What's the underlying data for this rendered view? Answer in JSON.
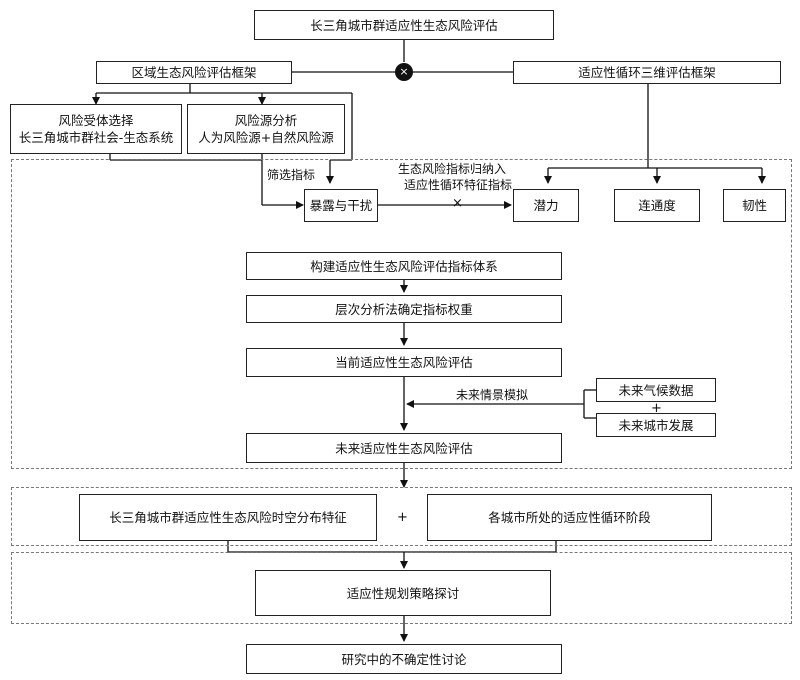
{
  "title": "长三角城市群适应性生态风险评估",
  "frameworks": {
    "regional": "区域生态风险评估框架",
    "cycle": "适应性循环三维评估框架",
    "combine_symbol": "×"
  },
  "receptor": {
    "line1": "风险受体选择",
    "line2": "长三角城市群社会-生态系统"
  },
  "source": {
    "line1": "风险源分析",
    "line2": "人为风险源+自然风险源"
  },
  "screen_label": "筛选指标",
  "exposure": "暴露与干扰",
  "incorporate_label": {
    "line1": "生态风险指标归纳入",
    "line2": "适应性循环特征指标"
  },
  "cross_symbol": "×",
  "dimensions": [
    "潜力",
    "连通度",
    "韧性"
  ],
  "steps": [
    "构建适应性生态风险评估指标体系",
    "层次分析法确定指标权重",
    "当前适应性生态风险评估",
    "未来适应性生态风险评估"
  ],
  "scenario_label": "未来情景模拟",
  "future_inputs": [
    "未来气候数据",
    "未来城市发展"
  ],
  "plus_symbol": "+",
  "results": {
    "left": "长三角城市群适应性生态风险时空分布特征",
    "right": "各城市所处的适应性循环阶段"
  },
  "planning": "适应性规划策略探讨",
  "uncertainty": "研究中的不确定性讨论"
}
